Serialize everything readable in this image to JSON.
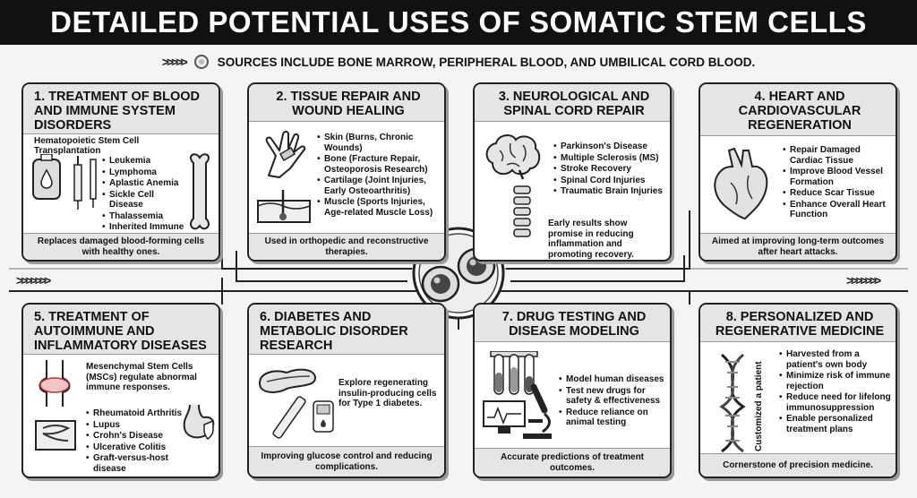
{
  "title": "DETAILED POTENTIAL USES OF SOMATIC STEM CELLS",
  "subtitle": "SOURCES INCLUDE BONE MARROW, PERIPHERAL BLOOD, AND UMBILICAL CORD BLOOD.",
  "cards": [
    {
      "title": "1. TREATMENT OF BLOOD AND IMMUNE SYSTEM DISORDERS",
      "subtitle": "Hematopoietic Stem Cell Transplantation",
      "items": [
        "Leukemia",
        "Lymphoma",
        "Aplastic Anemia",
        "Sickle Cell Disease",
        "Thalassemia",
        "Inherited Immune Deficiencies"
      ],
      "footer": "Replaces damaged blood-forming cells with healthy ones."
    },
    {
      "title": "2. TISSUE REPAIR AND WOUND HEALING",
      "items": [
        "Skin (Burns, Chronic Wounds)",
        "Bone (Fracture Repair, Osteoporosis Research)",
        "Cartilage (Joint Injuries, Early Osteoarthritis)",
        "Muscle (Sports Injuries, Age-related Muscle Loss)"
      ],
      "footer": "Used in orthopedic and reconstructive therapies."
    },
    {
      "title": "3. NEUROLOGICAL AND SPINAL CORD REPAIR",
      "items": [
        "Parkinson's Disease",
        "Multiple Sclerosis (MS)",
        "Stroke Recovery",
        "Spinal Cord Injuries",
        "Traumatic Brain Injuries"
      ],
      "note": "Early results show promise in reducing inflammation and promoting recovery."
    },
    {
      "title": "4. HEART AND CARDIOVASCULAR REGENERATION",
      "items": [
        "Repair Damaged Cardiac Tissue",
        "Improve Blood Vessel Formation",
        "Reduce Scar Tissue",
        "Enhance Overall Heart Function"
      ],
      "footer": "Aimed at improving long-term outcomes after heart attacks."
    },
    {
      "title": "5. TREATMENT OF AUTOIMMUNE AND INFLAMMATORY DISEASES",
      "note": "Mesenchymal Stem Cells (MSCs) regulate abnormal immune responses.",
      "items": [
        "Rheumatoid Arthritis",
        "Lupus",
        "Crohn's Disease",
        "Ulcerative Colitis",
        "Graft-versus-host disease"
      ]
    },
    {
      "title": "6. DIABETES AND METABOLIC DISORDER RESEARCH",
      "note": "Explore regenerating insulin-producing cells for Type 1 diabetes.",
      "footer": "Improving glucose control and reducing complications."
    },
    {
      "title": "7. DRUG TESTING AND DISEASE MODELING",
      "items": [
        "Model human diseases",
        "Test new drugs for safety & effectiveness",
        "Reduce reliance on animal testing"
      ],
      "footer": "Accurate predictions of treatment outcomes."
    },
    {
      "title": "8. PERSONALIZED AND REGENERATIVE MEDICINE",
      "side_label": "Customized a patient",
      "items": [
        "Harvested from a patient's own body",
        "Minimize risk of immune rejection",
        "Reduce need for lifelong immunosuppression",
        "Enable personalized treatment plans"
      ],
      "footer": "Cornerstone of precision medicine."
    }
  ],
  "icons": [
    "blood-bag-icon",
    "syringe-icon",
    "bone-icon",
    "bandaged-hand-icon",
    "skin-layer-icon",
    "brain-icon",
    "spine-icon",
    "heart-icon",
    "inflamed-knee-icon",
    "intestine-icon",
    "stomach-shield-icon",
    "pancreas-icon",
    "insulin-pen-icon",
    "glucose-meter-icon",
    "test-tubes-icon",
    "microscope-icon",
    "monitor-icon",
    "dna-icon",
    "stem-cell-icon"
  ]
}
